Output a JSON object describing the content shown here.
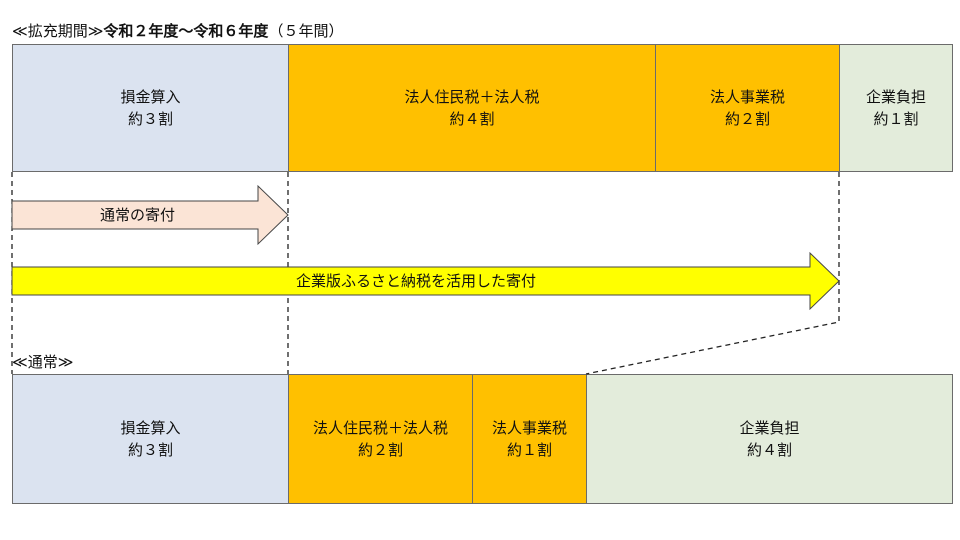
{
  "top": {
    "label_prefix": "≪拡充期間≫",
    "label_bold": "令和２年度～令和６年度",
    "label_suffix": "（５年間）",
    "boxes": [
      {
        "title": "損金算入",
        "ratio": "約３割",
        "color": "#dbe3f0"
      },
      {
        "title": "法人住民税＋法人税",
        "ratio": "約４割",
        "color": "#ffc000"
      },
      {
        "title": "法人事業税",
        "ratio": "約２割",
        "color": "#ffc000"
      },
      {
        "title": "企業負担",
        "ratio": "約１割",
        "color": "#e3ecdb"
      }
    ]
  },
  "arrows": {
    "normal_label": "通常の寄付",
    "furusato_label": "企業版ふるさと納税を活用した寄付"
  },
  "bottom": {
    "label": "≪通常≫",
    "boxes": [
      {
        "title": "損金算入",
        "ratio": "約３割",
        "color": "#dbe3f0"
      },
      {
        "title": "法人住民税＋法人税",
        "ratio": "約２割",
        "color": "#ffc000"
      },
      {
        "title": "法人事業税",
        "ratio": "約１割",
        "color": "#ffc000"
      },
      {
        "title": "企業負担",
        "ratio": "約４割",
        "color": "#e3ecdb"
      }
    ]
  }
}
